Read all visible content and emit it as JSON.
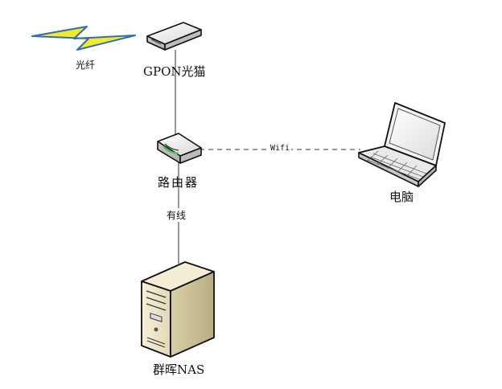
{
  "labels": {
    "fiber": "光纤",
    "gpon": "GPON光猫",
    "router": "路由器",
    "wired": "有线",
    "wifi": "Wifi",
    "laptop": "电脑",
    "nas": "群晖NAS"
  },
  "icons": {
    "fiber": "lightning-bolt-icon",
    "gpon": "modem-icon",
    "router": "router-icon",
    "laptop": "laptop-icon",
    "nas": "server-tower-icon"
  },
  "colors": {
    "bolt_fill": "#f2ea2a",
    "bolt_outline": "#2f6fb2",
    "router_led": "#4cc14c",
    "line": "#333333"
  }
}
